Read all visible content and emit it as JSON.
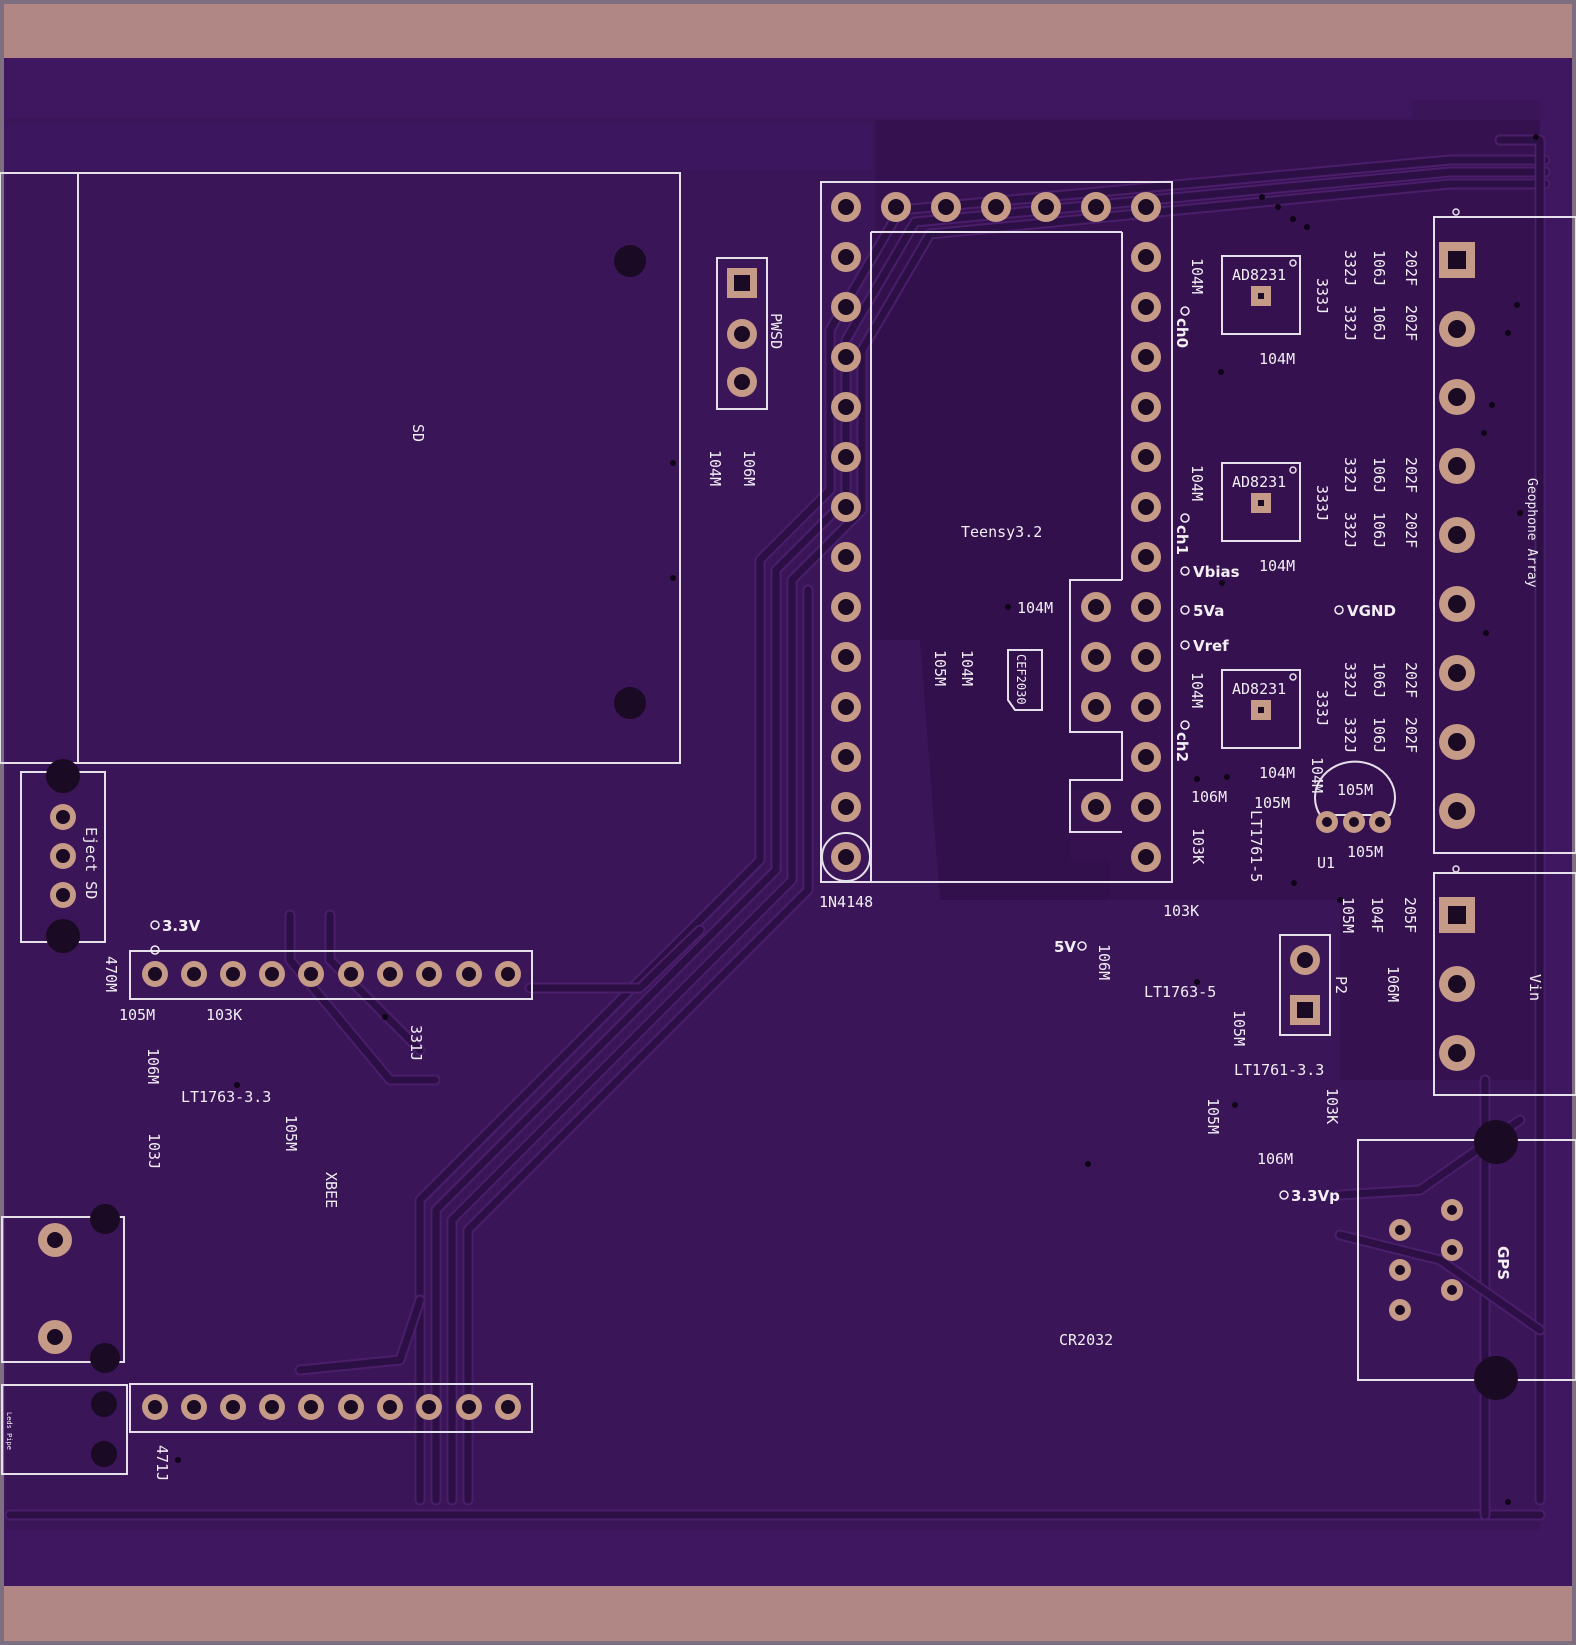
{
  "colors": {
    "board": "#3e1760",
    "copper_fill": "#351454",
    "rail": "#b08785",
    "silkscreen": "#f2eef4",
    "pad": "#c59a86"
  },
  "components": {
    "sd": "SD",
    "pwsd": "PWSD",
    "eject_sd": "Eject SD",
    "teensy": "Teensy3.2",
    "diode": "1N4148",
    "geophone": "Geophone Array",
    "vin": "Vin",
    "gps": "GPS",
    "battery": "CR2032",
    "xbee": "XBEE",
    "p2": "P2",
    "u1": "U1",
    "cef": "CEF2030",
    "leds": "Leds Pipe"
  },
  "amps": [
    "AD8231",
    "AD8231",
    "AD8231"
  ],
  "test_points": {
    "ch0": "ch0",
    "ch1": "ch1",
    "ch2": "ch2",
    "vbias": "Vbias",
    "va5": "5Va",
    "vref": "Vref",
    "vgnd": "VGND",
    "v5": "5V",
    "v33": "3.3V",
    "v33p": "3.3Vp"
  },
  "regulators": {
    "r1": "LT1761-5",
    "r2": "LT1763-5",
    "r3": "LT1761-3.3",
    "r4": "LT1763-3.3"
  },
  "values": {
    "v104m": "104M",
    "v105m": "105M",
    "v106m": "106M",
    "v103k": "103K",
    "v103j": "103J",
    "v331j": "331J",
    "v332j": "332J",
    "v333j": "333J",
    "v106j": "106J",
    "v202f": "202F",
    "v205f": "205F",
    "v104f": "104F",
    "v470m": "470M",
    "v471j": "471J"
  }
}
